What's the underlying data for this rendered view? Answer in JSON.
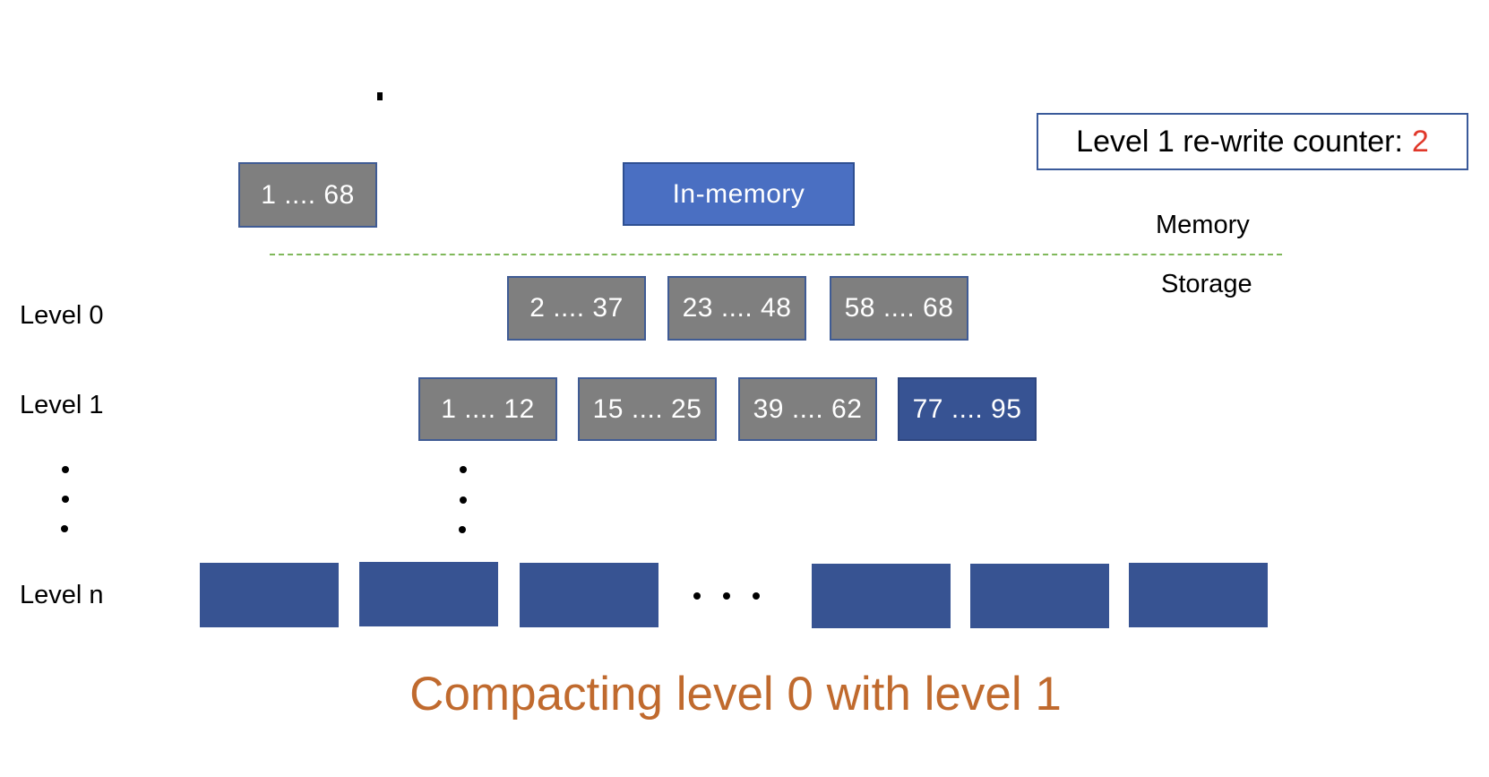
{
  "counter": {
    "label": "Level 1 re-write counter:",
    "value": "2"
  },
  "memory_box": "1 .... 68",
  "in_memory_label": "In-memory",
  "memory_label": "Memory",
  "storage_label": "Storage",
  "levels": {
    "level0": "Level 0",
    "level1": "Level 1",
    "leveln": "Level n"
  },
  "level0_files": [
    "2 .... 37",
    "23 .... 48",
    "58 .... 68"
  ],
  "level1_files": [
    "1 .... 12",
    "15 .... 25",
    "39 .... 62",
    "77 .... 95"
  ],
  "caption": "Compacting level 0 with level 1",
  "colors": {
    "file_gray": "#7f7f7f",
    "file_blue": "#375393",
    "in_memory_blue": "#4a6fc2",
    "divider_green": "#7fb85a",
    "caption_orange": "#c06a2e",
    "counter_red": "#e0382a"
  }
}
